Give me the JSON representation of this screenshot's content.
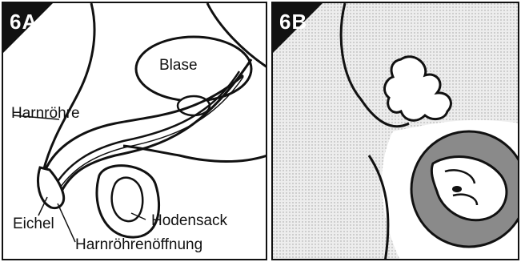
{
  "panels": [
    {
      "id": "6A",
      "labels": {
        "bladder": "Blase",
        "urethra": "Harnröhre",
        "glans": "Eichel",
        "scrotum": "Hodensack",
        "urethral_opening": "Harnröhrenöffnung"
      }
    },
    {
      "id": "6B"
    }
  ],
  "colors": {
    "line": "#111111",
    "shade": "#cfcfcf",
    "bg": "#ffffff",
    "magnifier": "#8a8a8a"
  }
}
